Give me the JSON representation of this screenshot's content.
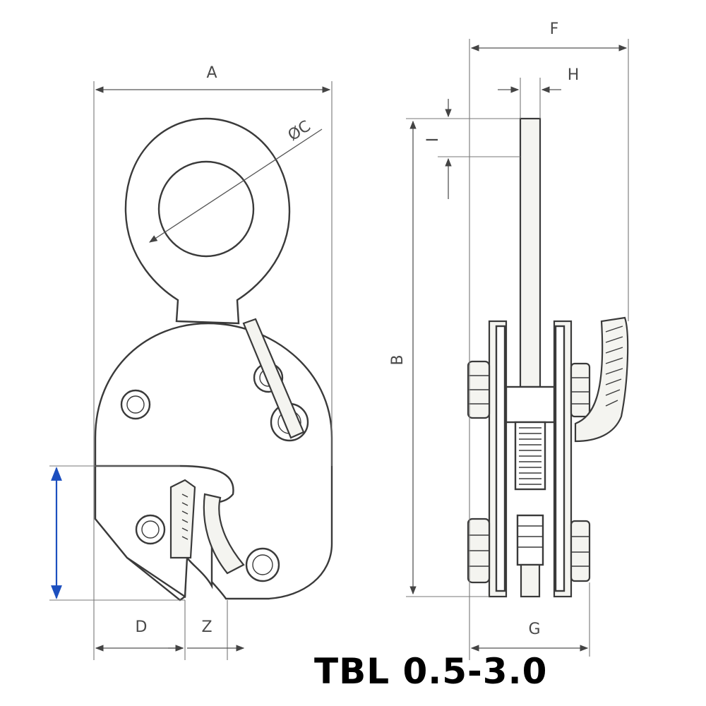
{
  "dimensions": {
    "A": "A",
    "C": "ØC",
    "B": "B",
    "D": "D",
    "Z": "Z",
    "F": "F",
    "H": "H",
    "I": "I",
    "G": "G"
  },
  "caption": "TBL 0.5-3.0",
  "colors": {
    "line": "#3a3a3a",
    "highlight_dimension": "#1c4fbf",
    "background": "#ffffff"
  }
}
